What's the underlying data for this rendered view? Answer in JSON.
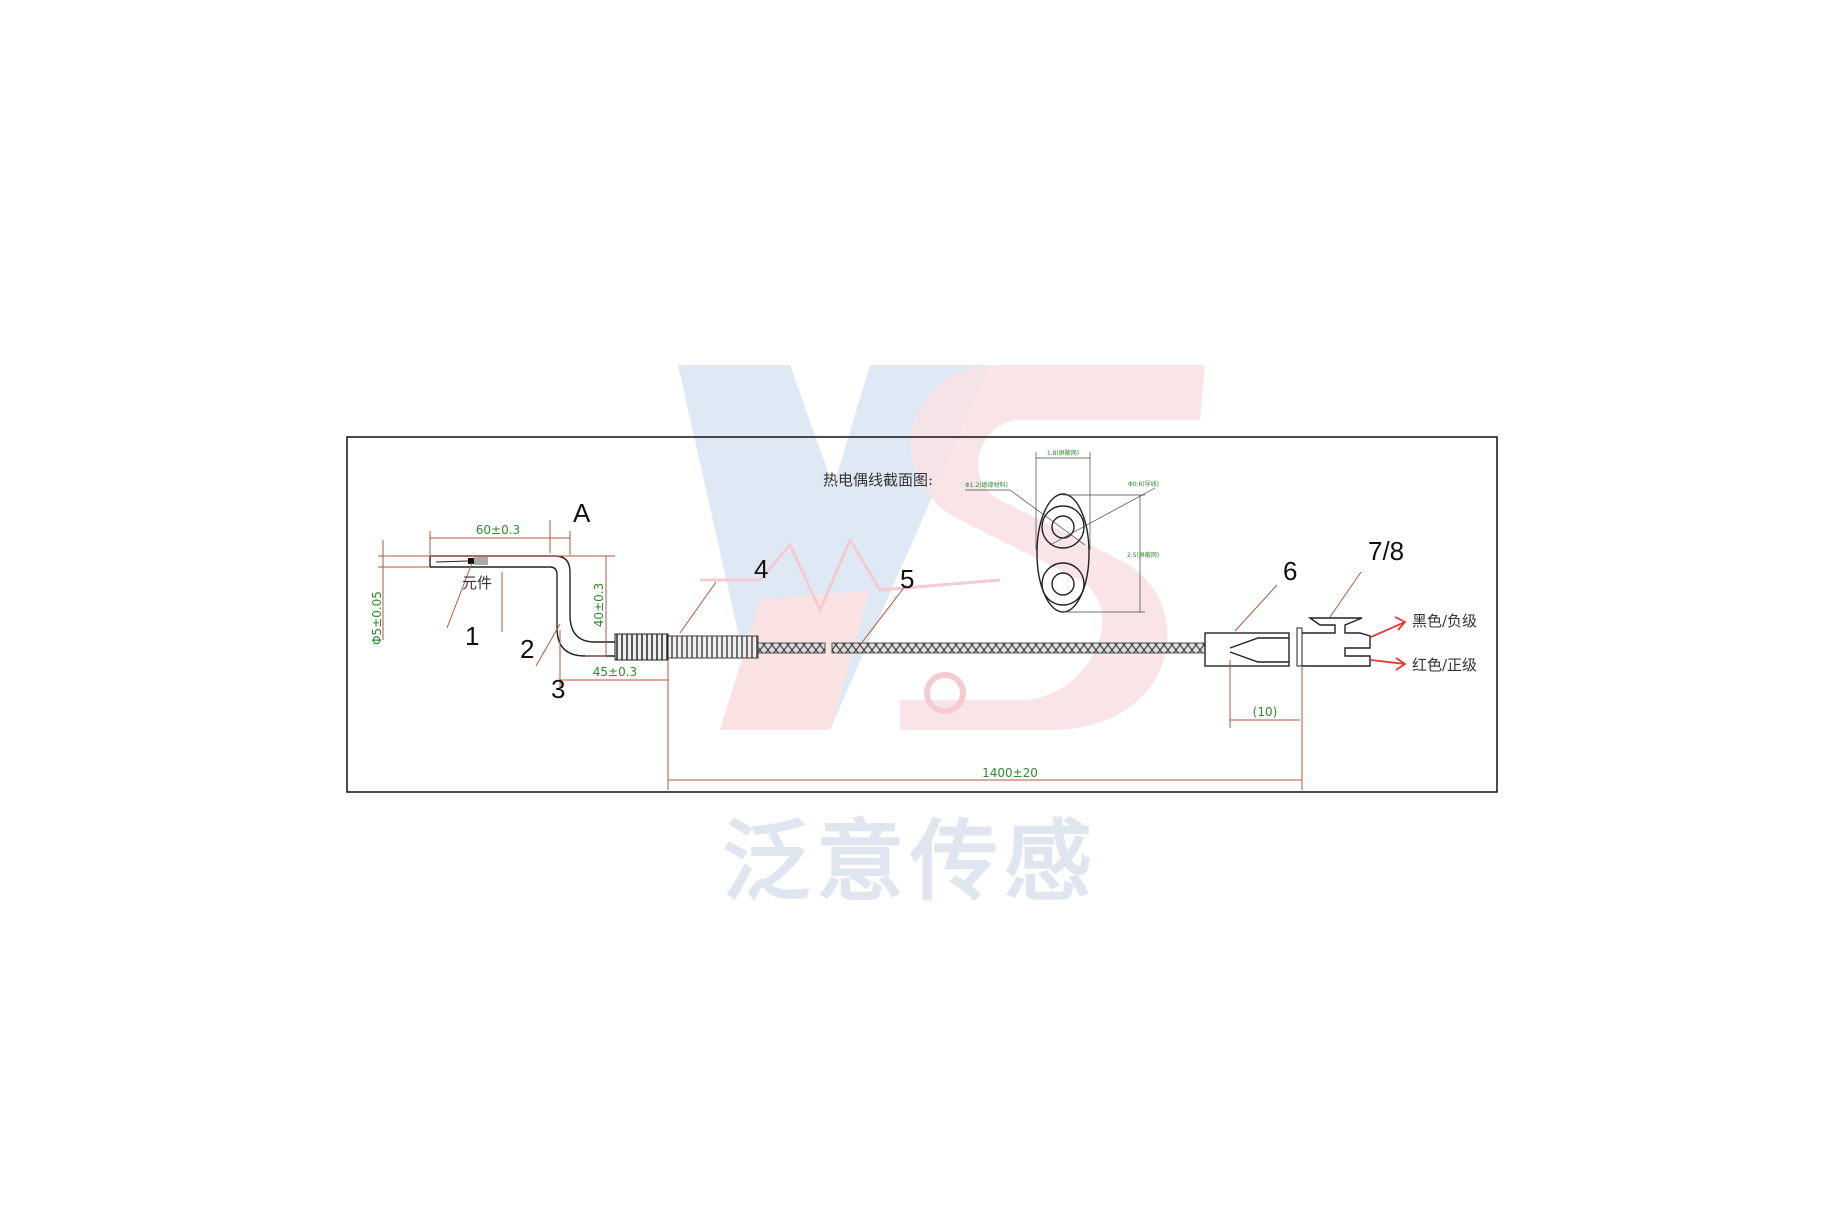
{
  "watermark": {
    "logo": "YS",
    "brand": "泛意传感"
  },
  "diagram": {
    "section_title": "热电偶线截面图:",
    "section_dims": {
      "width": "1.8(屏蔽网)",
      "inner_left": "Φ1.2(绝缘材料)",
      "inner_right": "Φ0.6(导线)",
      "height": "2.5(屏蔽网)"
    },
    "element_label": "元件",
    "callouts": [
      "1",
      "2",
      "3",
      "4",
      "5",
      "6",
      "7/8",
      "A"
    ],
    "dims": {
      "length_60": "60±0.3",
      "diameter": "Φ5±0.05",
      "height_40": "40±0.3",
      "length_45": "45±0.3",
      "total": "1400±20",
      "sleeve": "(10)"
    },
    "wires": {
      "black": "黑色/负级",
      "red": "红色/正级"
    },
    "colors": {
      "dimension": "#2e8b2e",
      "leader": "#b5563a",
      "wire_arrow": "#e53935"
    }
  }
}
